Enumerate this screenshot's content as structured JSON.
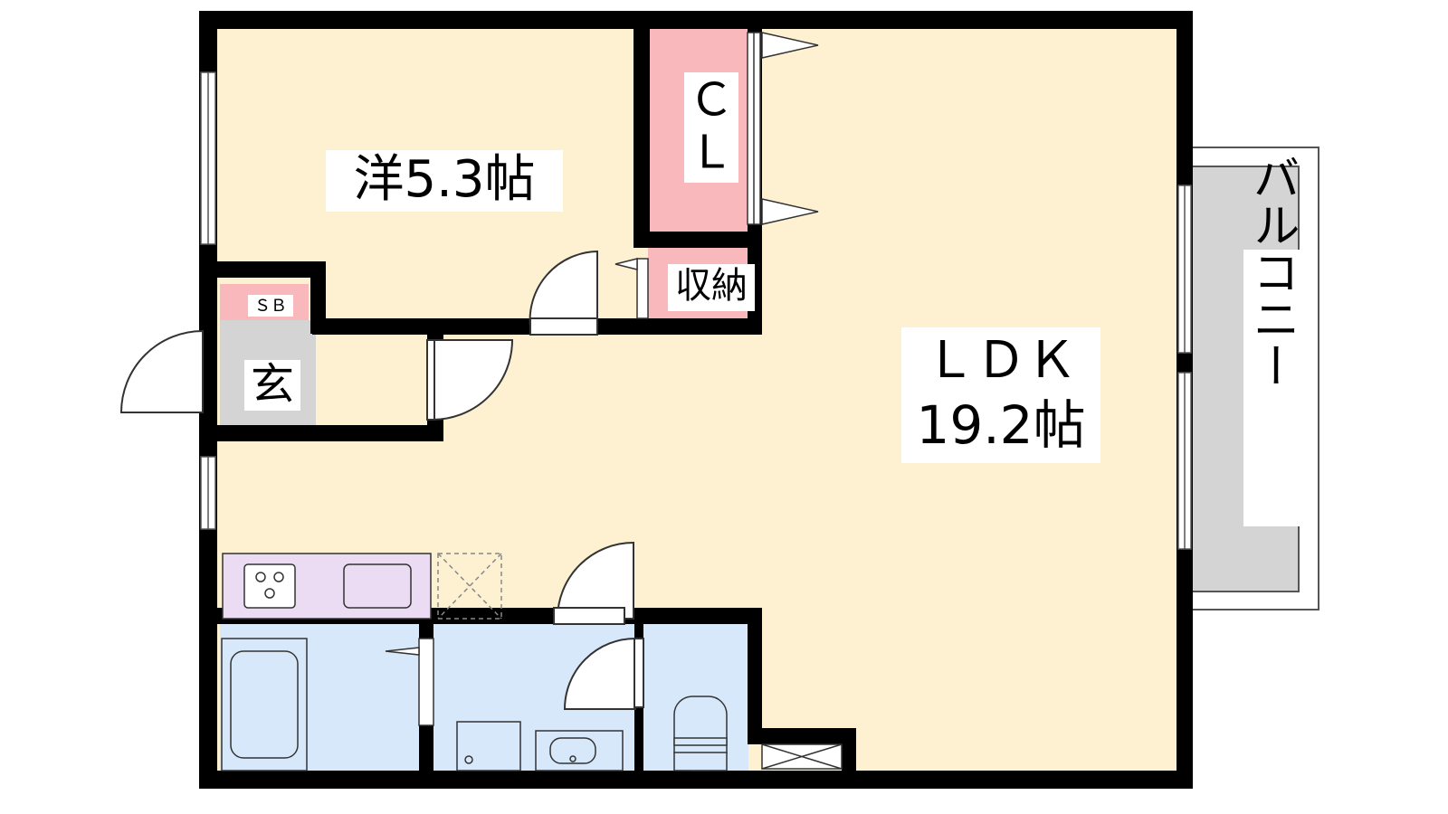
{
  "rooms": {
    "western": {
      "label": "洋5.3帖"
    },
    "ldk": {
      "name": "ＬＤＫ",
      "size": "19.2帖"
    },
    "closet": {
      "line1": "Ｃ",
      "line2": "Ｌ"
    },
    "storage": {
      "label": "収納"
    },
    "shoe_box": {
      "label": "ＳＢ"
    },
    "entrance": {
      "label": "玄"
    },
    "balcony": {
      "label": "バルコニー"
    }
  },
  "colors": {
    "floor": "#fdf1d2",
    "closet": "#f9b9bc",
    "entrance": "#d4d4d4",
    "wet": "#d8e8fb",
    "kitchen": "#ebdcf3",
    "balcony": "#d4d4d4",
    "wall": "#000000"
  }
}
